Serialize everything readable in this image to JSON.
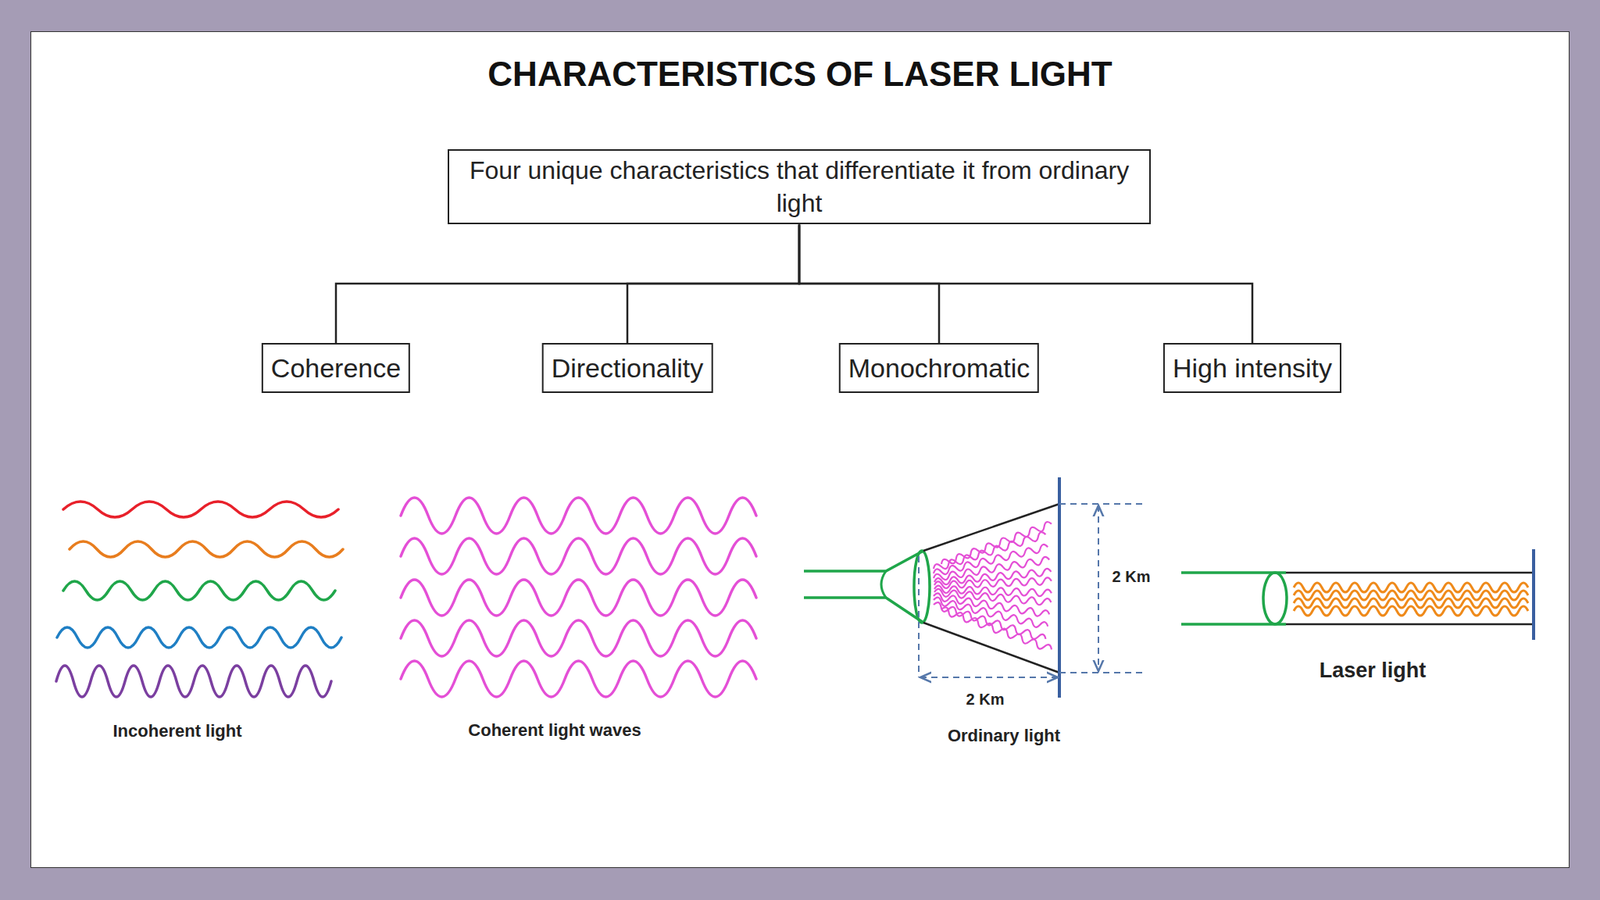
{
  "diagram": {
    "title": "CHARACTERISTICS OF LASER LIGHT",
    "nodes": [
      {
        "text": [
          "Four unique characteristics that differentiate it from ordinary light"
        ]
      },
      {
        "text": [
          "Coherence"
        ]
      },
      {
        "text": [
          "Directionality"
        ]
      },
      {
        "text": [
          "Monochromatic"
        ]
      },
      {
        "text": [
          "High intensity"
        ]
      }
    ],
    "edges": [
      {
        "from": 0,
        "to": 1,
        "arrow": "none"
      },
      {
        "from": 0,
        "to": 2,
        "arrow": "none"
      },
      {
        "from": 0,
        "to": 3,
        "arrow": "none"
      },
      {
        "from": 0,
        "to": 4,
        "arrow": "none"
      }
    ],
    "labels": [
      "Incoherent light",
      "Coherent light waves",
      "2 Km",
      "2 Km",
      "Ordinary light",
      "Laser light"
    ]
  }
}
